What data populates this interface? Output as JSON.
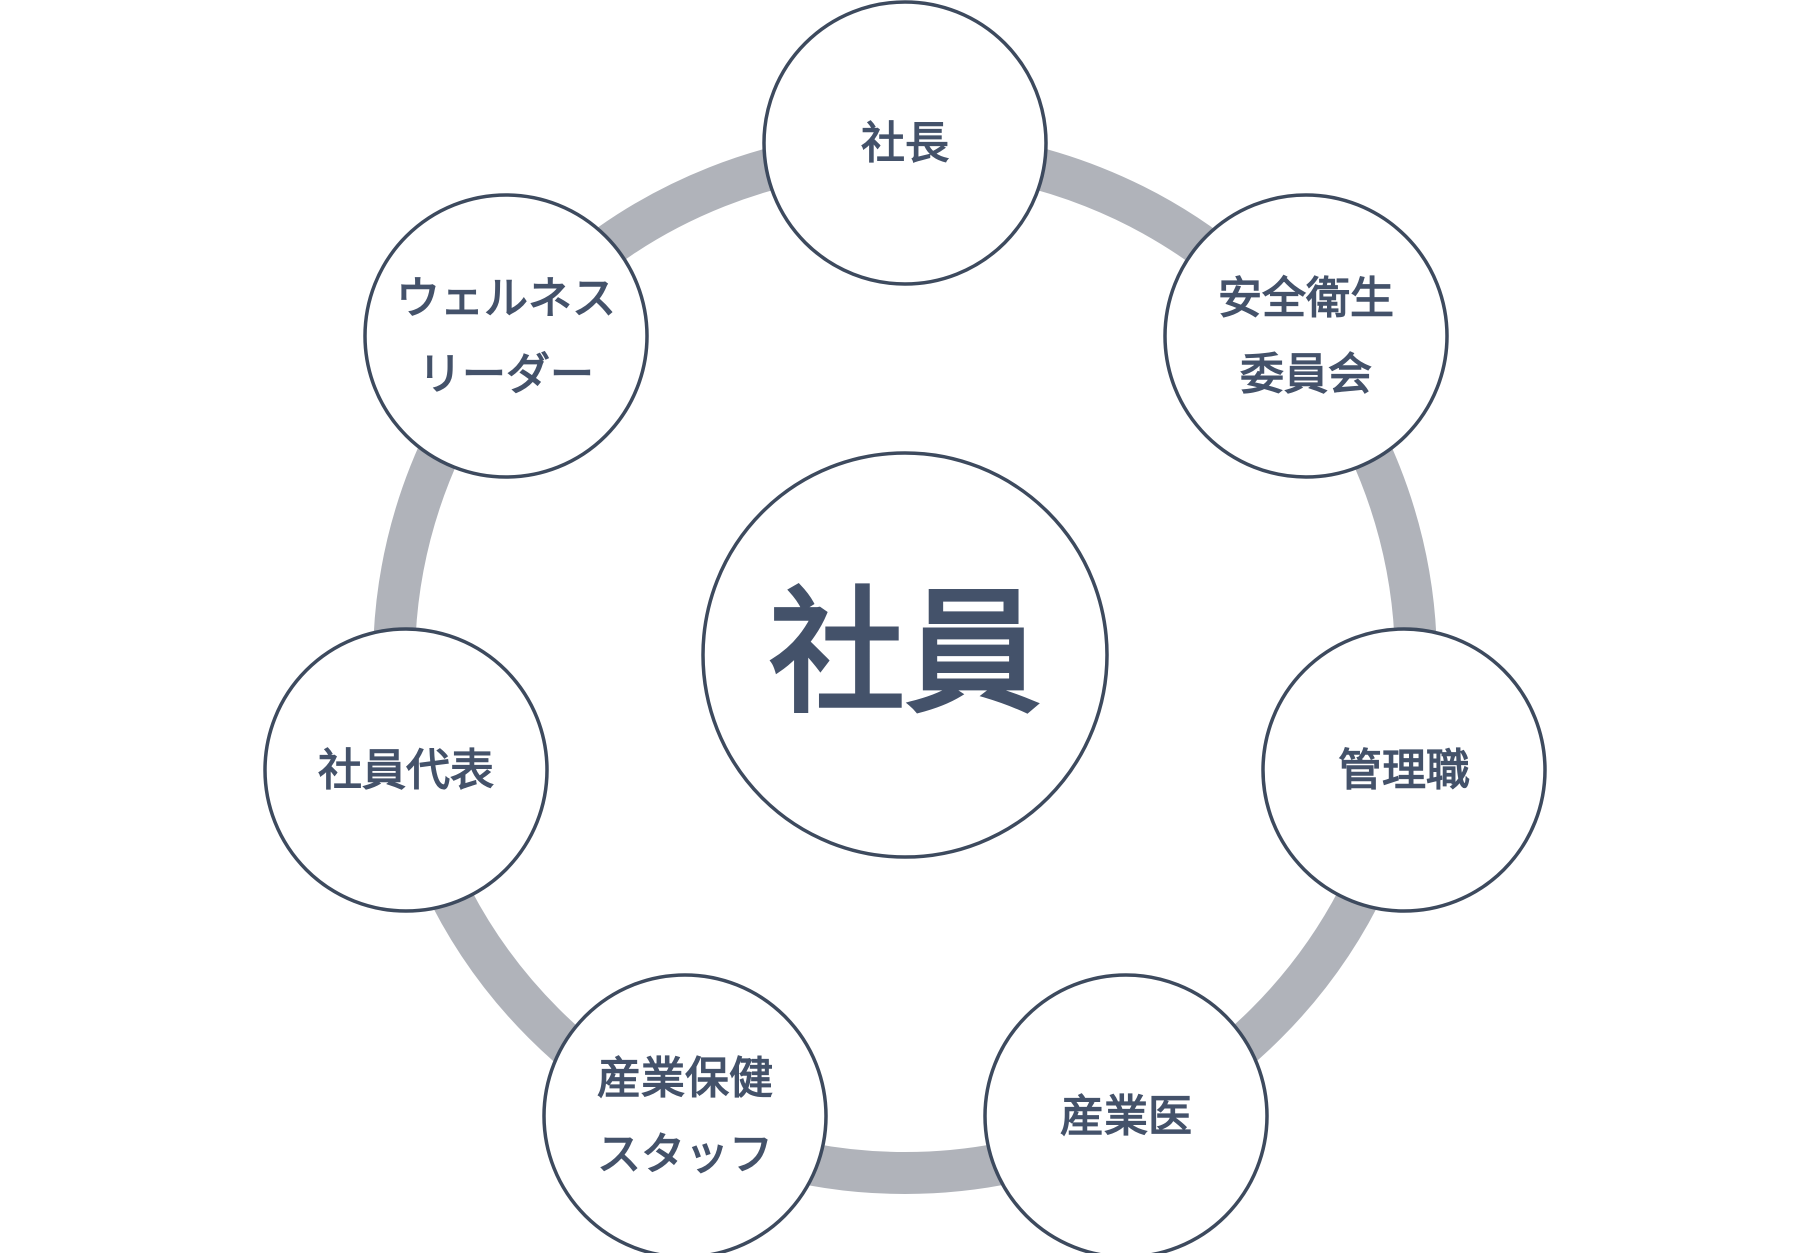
{
  "center": {
    "label": "社員"
  },
  "nodes": [
    {
      "lines": [
        "社長"
      ]
    },
    {
      "lines": [
        "安全衛生",
        "委員会"
      ]
    },
    {
      "lines": [
        "管理職"
      ]
    },
    {
      "lines": [
        "産業医"
      ]
    },
    {
      "lines": [
        "産業保健",
        "スタッフ"
      ]
    },
    {
      "lines": [
        "社員代表"
      ]
    },
    {
      "lines": [
        "ウェルネス",
        "リーダー"
      ]
    }
  ],
  "colors": {
    "stroke": "#3d4a5e",
    "text": "#44526a",
    "ring": "#b0b3ba",
    "background": "#ffffff"
  }
}
